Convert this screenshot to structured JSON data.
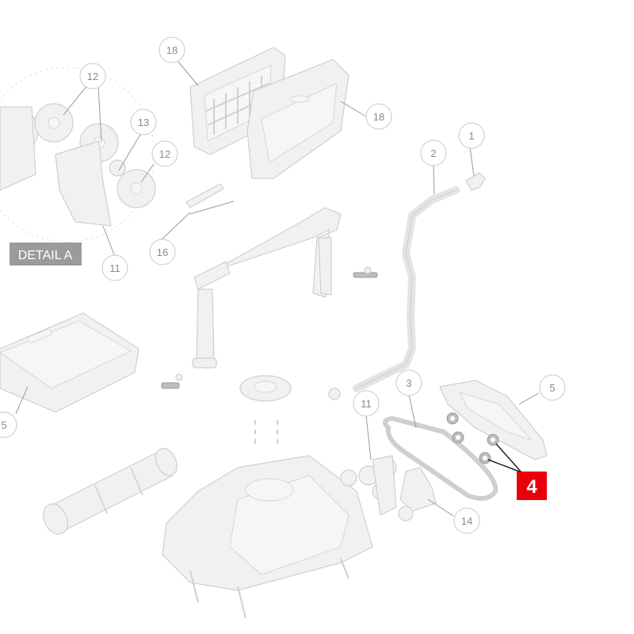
{
  "detail_label": "DETAIL A",
  "highlighted_part": "4",
  "callouts": {
    "c18a": "18",
    "c18b": "18",
    "c12a": "12",
    "c13": "13",
    "c12b": "12",
    "c11a": "11",
    "c16": "16",
    "c1": "1",
    "c2": "2",
    "c3": "3",
    "c5a": "5",
    "c5b": "5",
    "c11b": "11",
    "c14": "14"
  }
}
